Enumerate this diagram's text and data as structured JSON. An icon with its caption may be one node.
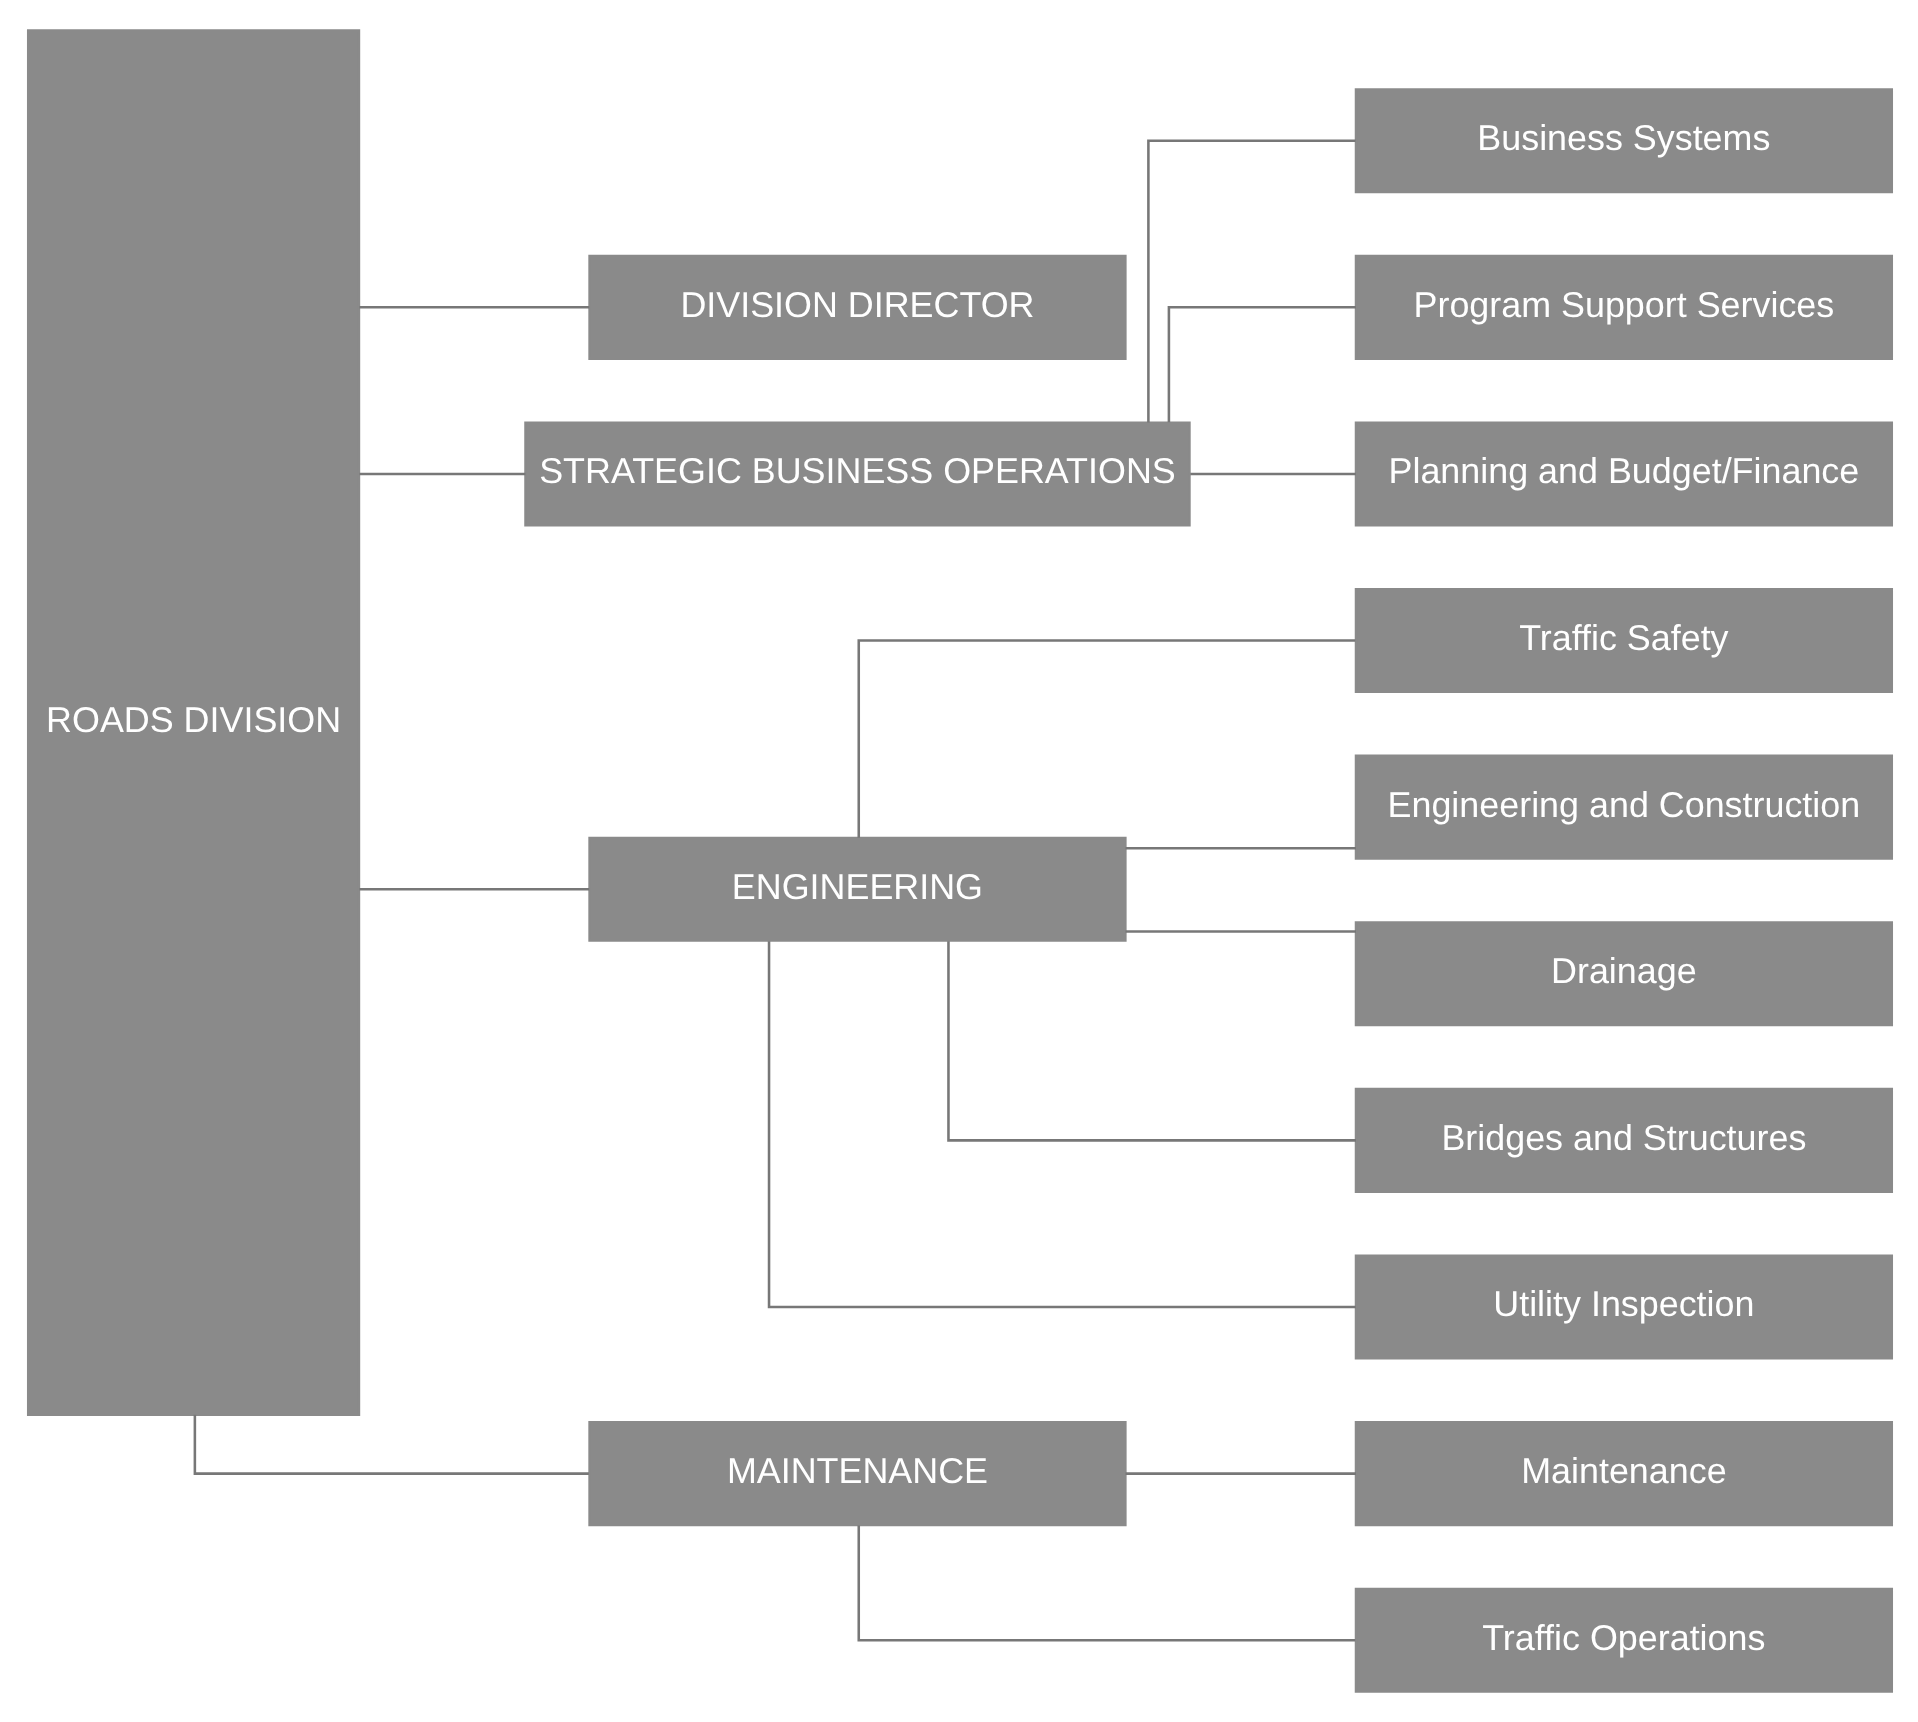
{
  "diagram": {
    "nodes": [
      {
        "text": [
          "ROADS DIVISION"
        ]
      },
      {
        "text": [
          "DIVISION DIRECTOR"
        ]
      },
      {
        "text": [
          "STRATEGIC BUSINESS OPERATIONS"
        ]
      },
      {
        "text": [
          "ENGINEERING"
        ]
      },
      {
        "text": [
          "MAINTENANCE"
        ]
      },
      {
        "text": [
          "Business Systems"
        ]
      },
      {
        "text": [
          "Program Support Services"
        ]
      },
      {
        "text": [
          "Planning and Budget/Finance"
        ]
      },
      {
        "text": [
          "Traffic Safety"
        ]
      },
      {
        "text": [
          "Engineering and Construction"
        ]
      },
      {
        "text": [
          "Drainage"
        ]
      },
      {
        "text": [
          "Bridges and Structures"
        ]
      },
      {
        "text": [
          "Utility Inspection"
        ]
      },
      {
        "text": [
          "Maintenance"
        ]
      },
      {
        "text": [
          "Traffic Operations"
        ]
      }
    ],
    "edges": [
      {
        "from": 0,
        "to": 1,
        "arrow": "none"
      },
      {
        "from": 0,
        "to": 2,
        "arrow": "none"
      },
      {
        "from": 0,
        "to": 3,
        "arrow": "none"
      },
      {
        "from": 0,
        "to": 4,
        "arrow": "none"
      },
      {
        "from": 2,
        "to": 5,
        "arrow": "none"
      },
      {
        "from": 2,
        "to": 6,
        "arrow": "none"
      },
      {
        "from": 2,
        "to": 7,
        "arrow": "none"
      },
      {
        "from": 3,
        "to": 8,
        "arrow": "none"
      },
      {
        "from": 3,
        "to": 9,
        "arrow": "none"
      },
      {
        "from": 3,
        "to": 10,
        "arrow": "none"
      },
      {
        "from": 3,
        "to": 11,
        "arrow": "none"
      },
      {
        "from": 3,
        "to": 12,
        "arrow": "none"
      },
      {
        "from": 4,
        "to": 13,
        "arrow": "none"
      },
      {
        "from": 4,
        "to": 14,
        "arrow": "none"
      }
    ]
  }
}
